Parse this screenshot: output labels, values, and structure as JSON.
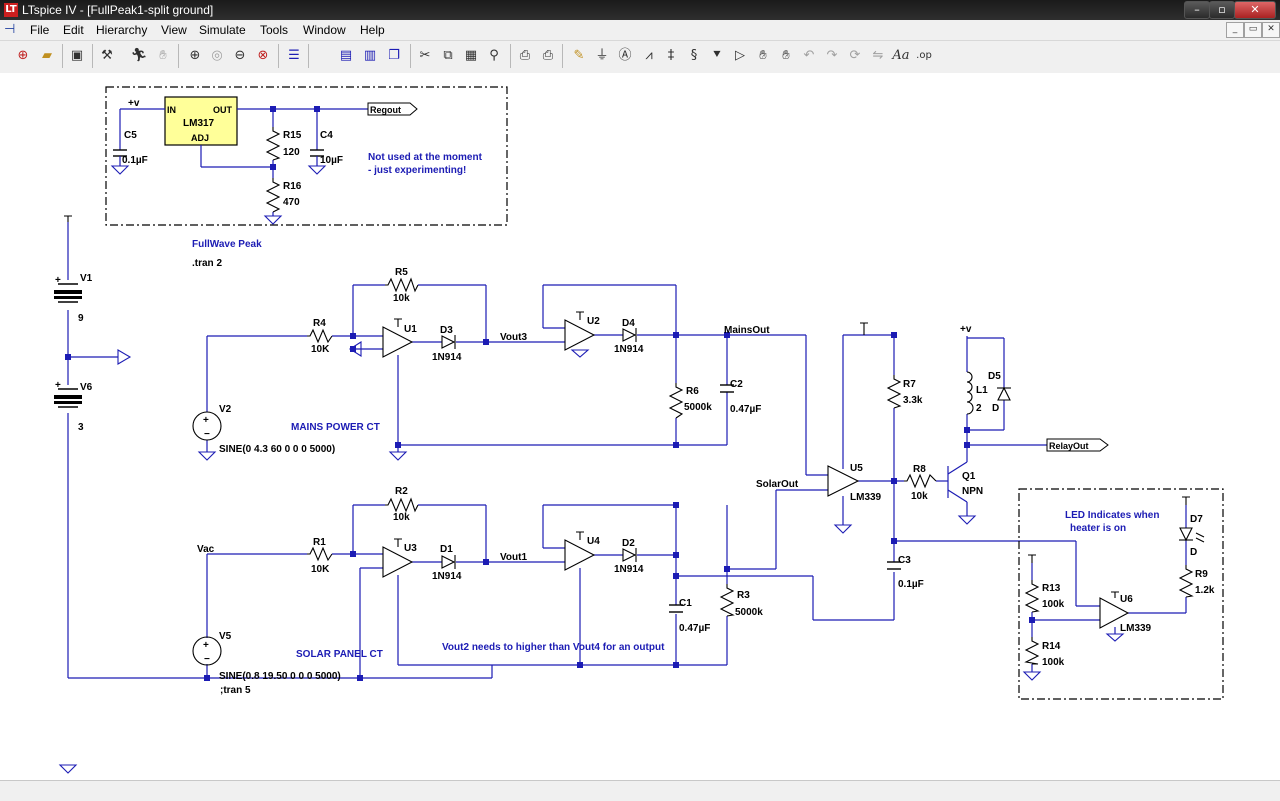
{
  "window": {
    "title": "LTspice IV - [FullPeak1-split ground]",
    "app_icon": "LT"
  },
  "menu": [
    "File",
    "Edit",
    "Hierarchy",
    "View",
    "Simulate",
    "Tools",
    "Window",
    "Help"
  ],
  "toolbar_icons": [
    "new-schematic-icon",
    "open-icon",
    "save-icon",
    "control-panel-icon",
    "run-icon",
    "halt-icon",
    "zoom-in-icon",
    "zoom-pan-icon",
    "zoom-out-icon",
    "zoom-cancel-icon",
    "autorange-icon",
    "tile-horizontal-icon",
    "tile-vertical-icon",
    "cascade-icon",
    "cut-icon",
    "copy-icon",
    "paste-icon",
    "find-icon",
    "print-setup-icon",
    "print-icon",
    "wire-icon",
    "ground-icon",
    "label-net-icon",
    "resistor-icon",
    "capacitor-icon",
    "inductor-icon",
    "diode-icon",
    "component-icon",
    "move-icon",
    "drag-icon",
    "undo-icon",
    "redo-icon",
    "rotate-icon",
    "mirror-icon",
    "text-icon",
    "spice-directive-icon"
  ],
  "schematic": {
    "regulator": {
      "ic": "LM317",
      "pin_in": "IN",
      "pin_out": "OUT",
      "pin_adj": "ADJ",
      "supply": "+v",
      "c5_name": "C5",
      "c5_value": "0.1µF",
      "c4_name": "C4",
      "c4_value": "10µF",
      "r15_name": "R15",
      "r15_value": "120",
      "r16_name": "R16",
      "r16_value": "470",
      "out_label": "Regout",
      "note_line1": "Not used at the moment",
      "note_line2": "- just experimenting!"
    },
    "title_comment": "FullWave Peak",
    "tran_directive": ".tran 2",
    "tran_directive_commented": ";tran 5",
    "batteries": {
      "v1_name": "V1",
      "v1_value": "9",
      "v6_name": "V6",
      "v6_value": "3"
    },
    "mains": {
      "label": "MAINS POWER CT",
      "v2_name": "V2",
      "v2_value": "SINE(0 4.3 60 0 0 0 5000)",
      "r4_name": "R4",
      "r4_value": "10K",
      "r5_name": "R5",
      "r5_value": "10k",
      "u1": "U1",
      "d3_name": "D3",
      "d3_value": "1N914",
      "vout3": "Vout3",
      "u2": "U2",
      "d4_name": "D4",
      "d4_value": "1N914",
      "r6_name": "R6",
      "r6_value": "5000k",
      "c2_name": "C2",
      "c2_value": "0.47µF",
      "net_out": "MainsOut"
    },
    "solar": {
      "label": "SOLAR PANEL CT",
      "vac": "Vac",
      "v5_name": "V5",
      "v5_value": "SINE(0.8 19.50 0 0 0 5000)",
      "r1_name": "R1",
      "r1_value": "10K",
      "r2_name": "R2",
      "r2_value": "10k",
      "u3": "U3",
      "d1_name": "D1",
      "d1_value": "1N914",
      "vout1": "Vout1",
      "u4": "U4",
      "d2_name": "D2",
      "d2_value": "1N914",
      "c1_name": "C1",
      "c1_value": "0.47µF",
      "r3_name": "R3",
      "r3_value": "5000k",
      "net_out": "SolarOut",
      "note": "Vout2 needs to higher than  Vout4 for an output"
    },
    "comparator": {
      "u5": "U5",
      "u5_value": "LM339",
      "r7_name": "R7",
      "r7_value": "3.3k",
      "r8_name": "R8",
      "r8_value": "10k",
      "c3_name": "C3",
      "c3_value": "0.1µF",
      "q1_name": "Q1",
      "q1_value": "NPN",
      "l1_name": "L1",
      "l1_value": "2",
      "d5_name": "D5",
      "d5_value": "D",
      "supply": "+v",
      "relay_label": "RelayOut"
    },
    "led": {
      "note_line1": "LED Indicates when",
      "note_line2": "heater is on",
      "d7_name": "D7",
      "d7_value": "D",
      "r9_name": "R9",
      "r9_value": "1.2k",
      "r13_name": "R13",
      "r13_value": "100k",
      "r14_name": "R14",
      "r14_value": "100k",
      "u6": "U6",
      "u6_value": "LM339"
    }
  }
}
